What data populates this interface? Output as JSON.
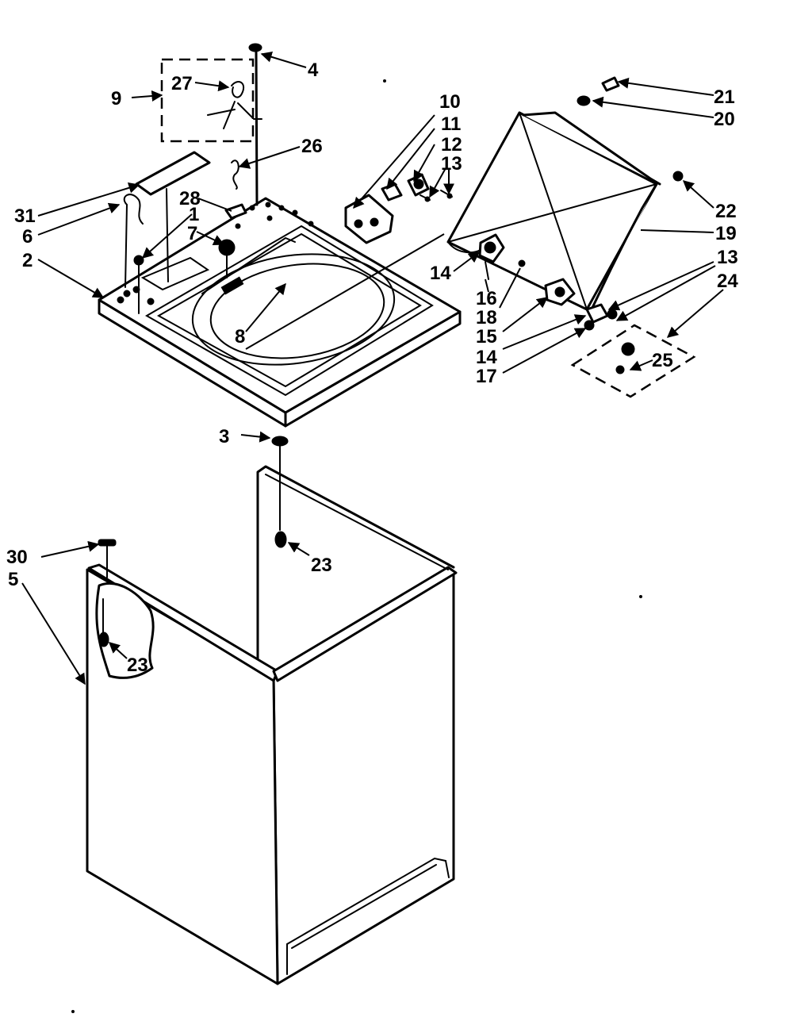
{
  "callouts": [
    {
      "id": "1",
      "text": "1"
    },
    {
      "id": "2",
      "text": "2"
    },
    {
      "id": "3",
      "text": "3"
    },
    {
      "id": "4",
      "text": "4"
    },
    {
      "id": "5",
      "text": "5"
    },
    {
      "id": "6",
      "text": "6"
    },
    {
      "id": "7",
      "text": "7"
    },
    {
      "id": "8",
      "text": "8"
    },
    {
      "id": "9",
      "text": "9"
    },
    {
      "id": "10",
      "text": "10"
    },
    {
      "id": "11",
      "text": "11"
    },
    {
      "id": "12",
      "text": "12"
    },
    {
      "id": "13",
      "text": "13"
    },
    {
      "id": "14",
      "text": "14"
    },
    {
      "id": "15",
      "text": "15"
    },
    {
      "id": "16",
      "text": "16"
    },
    {
      "id": "17",
      "text": "17"
    },
    {
      "id": "18",
      "text": "18"
    },
    {
      "id": "19",
      "text": "19"
    },
    {
      "id": "20",
      "text": "20"
    },
    {
      "id": "21",
      "text": "21"
    },
    {
      "id": "22",
      "text": "22"
    },
    {
      "id": "23",
      "text": "23"
    },
    {
      "id": "24",
      "text": "24"
    },
    {
      "id": "25",
      "text": "25"
    },
    {
      "id": "26",
      "text": "26"
    },
    {
      "id": "27",
      "text": "27"
    },
    {
      "id": "28",
      "text": "28"
    },
    {
      "id": "30",
      "text": "30"
    },
    {
      "id": "31",
      "text": "31"
    }
  ]
}
